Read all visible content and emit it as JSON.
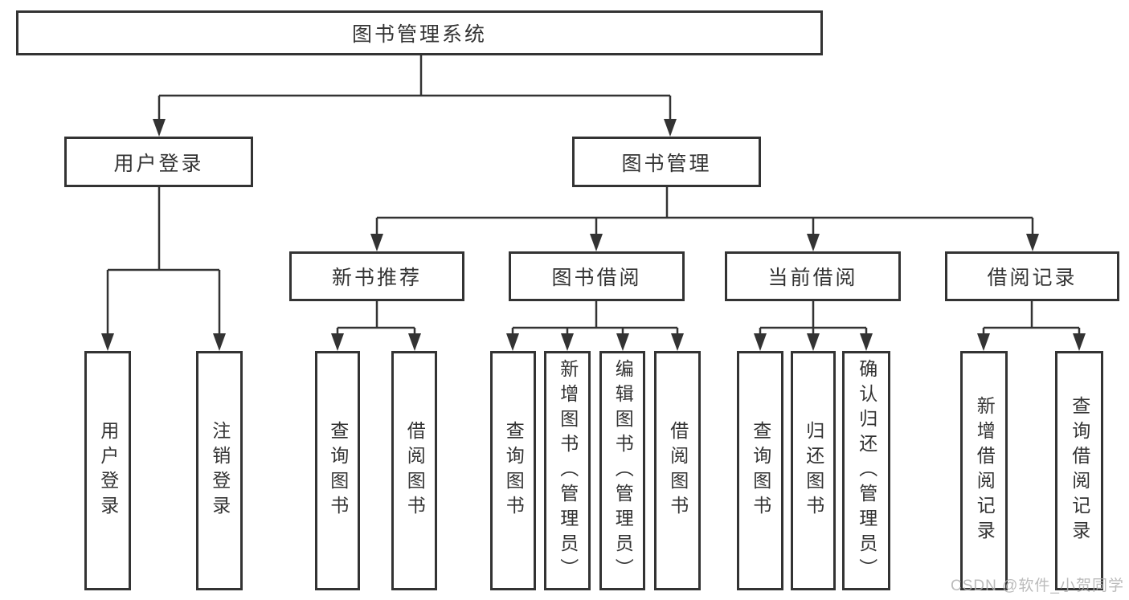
{
  "colors": {
    "line": "#333333",
    "box_border": "#333333",
    "text": "#333333",
    "watermark": "#b0b0b0",
    "background": "#ffffff"
  },
  "watermark": {
    "text": "CSDN @软件_小贺同学"
  },
  "tree": {
    "label": "图书管理系统",
    "children": [
      {
        "label": "用户登录",
        "children": [
          {
            "label": "用户登录"
          },
          {
            "label": "注销登录"
          }
        ]
      },
      {
        "label": "图书管理",
        "children": [
          {
            "label": "新书推荐",
            "children": [
              {
                "label": "查询图书"
              },
              {
                "label": "借阅图书"
              }
            ]
          },
          {
            "label": "图书借阅",
            "children": [
              {
                "label": "查询图书"
              },
              {
                "label": "新增图书（管理员）"
              },
              {
                "label": "编辑图书（管理员）"
              },
              {
                "label": "借阅图书"
              }
            ]
          },
          {
            "label": "当前借阅",
            "children": [
              {
                "label": "查询图书"
              },
              {
                "label": "归还图书"
              },
              {
                "label": "确认归还（管理员）"
              }
            ]
          },
          {
            "label": "借阅记录",
            "children": [
              {
                "label": "新增借阅记录"
              },
              {
                "label": "查询借阅记录"
              }
            ]
          }
        ]
      }
    ]
  }
}
